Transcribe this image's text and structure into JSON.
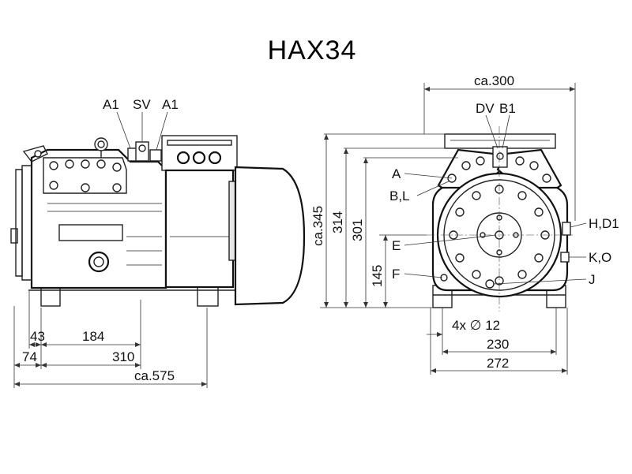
{
  "title": "HAX34",
  "side_view": {
    "top_labels": {
      "a1_left": "A1",
      "sv": "SV",
      "a1_right": "A1"
    },
    "dimensions": {
      "d43": "43",
      "d184": "184",
      "d74": "74",
      "d310": "310",
      "d575": "ca.575"
    }
  },
  "front_view": {
    "top_dimension": "ca.300",
    "top_labels": {
      "dv": "DV",
      "b1": "B1"
    },
    "vertical_dimensions": {
      "h345": "ca.345",
      "h314": "314",
      "h301": "301",
      "h145": "145"
    },
    "left_labels": {
      "a": "A",
      "bl": "B,L",
      "e": "E",
      "f": "F"
    },
    "right_labels": {
      "hd1": "H,D1",
      "ko": "K,O",
      "j": "J"
    },
    "bottom_dimensions": {
      "holes": "4x ∅ 12",
      "d230": "230",
      "d272": "272"
    }
  }
}
